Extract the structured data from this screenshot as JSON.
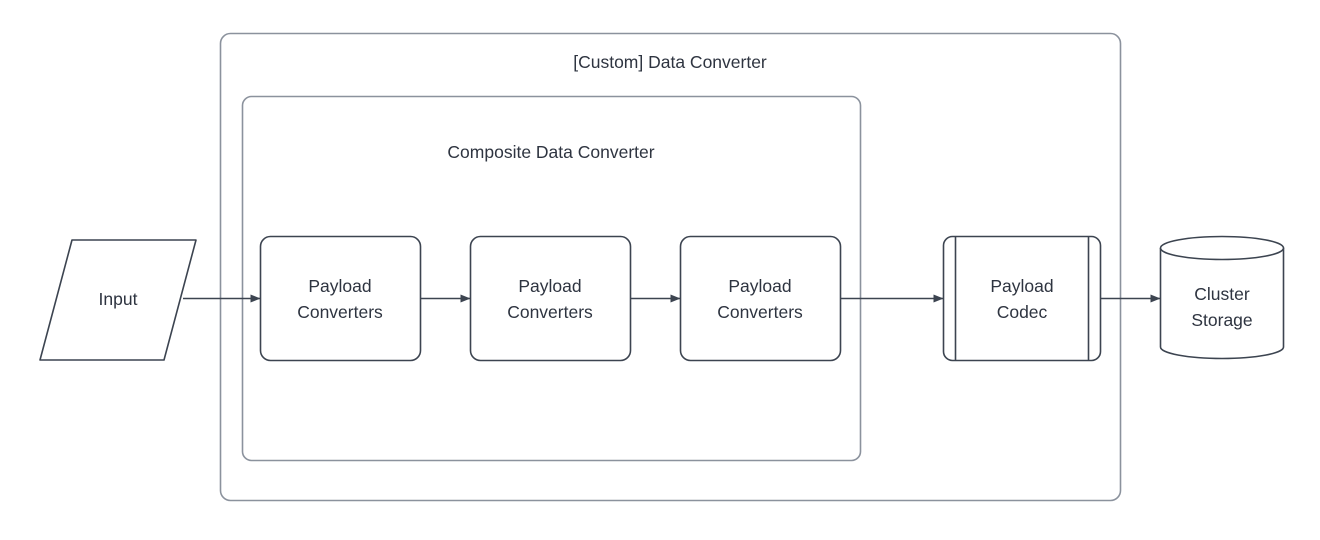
{
  "diagram": {
    "type": "flow-diagram",
    "background_color": "#ffffff",
    "shape_stroke_color": "#3c4450",
    "container_stroke_color": "#8b929d",
    "text_color": "#2e3440",
    "containers": [
      {
        "id": "custom-data-converter",
        "title": "[Custom] Data Converter",
        "shape": "rounded-rectangle"
      },
      {
        "id": "composite-data-converter",
        "title": "Composite Data Converter",
        "shape": "rounded-rectangle"
      }
    ],
    "nodes": [
      {
        "id": "input",
        "label": "Input",
        "shape": "parallelogram"
      },
      {
        "id": "payload-converters-1",
        "label": "Payload\nConverters",
        "shape": "rounded-rectangle"
      },
      {
        "id": "payload-converters-2",
        "label": "Payload\nConverters",
        "shape": "rounded-rectangle"
      },
      {
        "id": "payload-converters-3",
        "label": "Payload\nConverters",
        "shape": "rounded-rectangle"
      },
      {
        "id": "payload-codec",
        "label": "Payload\nCodec",
        "shape": "process"
      },
      {
        "id": "cluster-storage",
        "label": "Cluster\nStorage",
        "shape": "cylinder"
      }
    ],
    "edges": [
      {
        "from": "input",
        "to": "payload-converters-1",
        "arrow": "filled-triangle"
      },
      {
        "from": "payload-converters-1",
        "to": "payload-converters-2",
        "arrow": "filled-triangle"
      },
      {
        "from": "payload-converters-2",
        "to": "payload-converters-3",
        "arrow": "filled-triangle"
      },
      {
        "from": "payload-converters-3",
        "to": "payload-codec",
        "arrow": "filled-triangle"
      },
      {
        "from": "payload-codec",
        "to": "cluster-storage",
        "arrow": "filled-triangle"
      }
    ]
  }
}
